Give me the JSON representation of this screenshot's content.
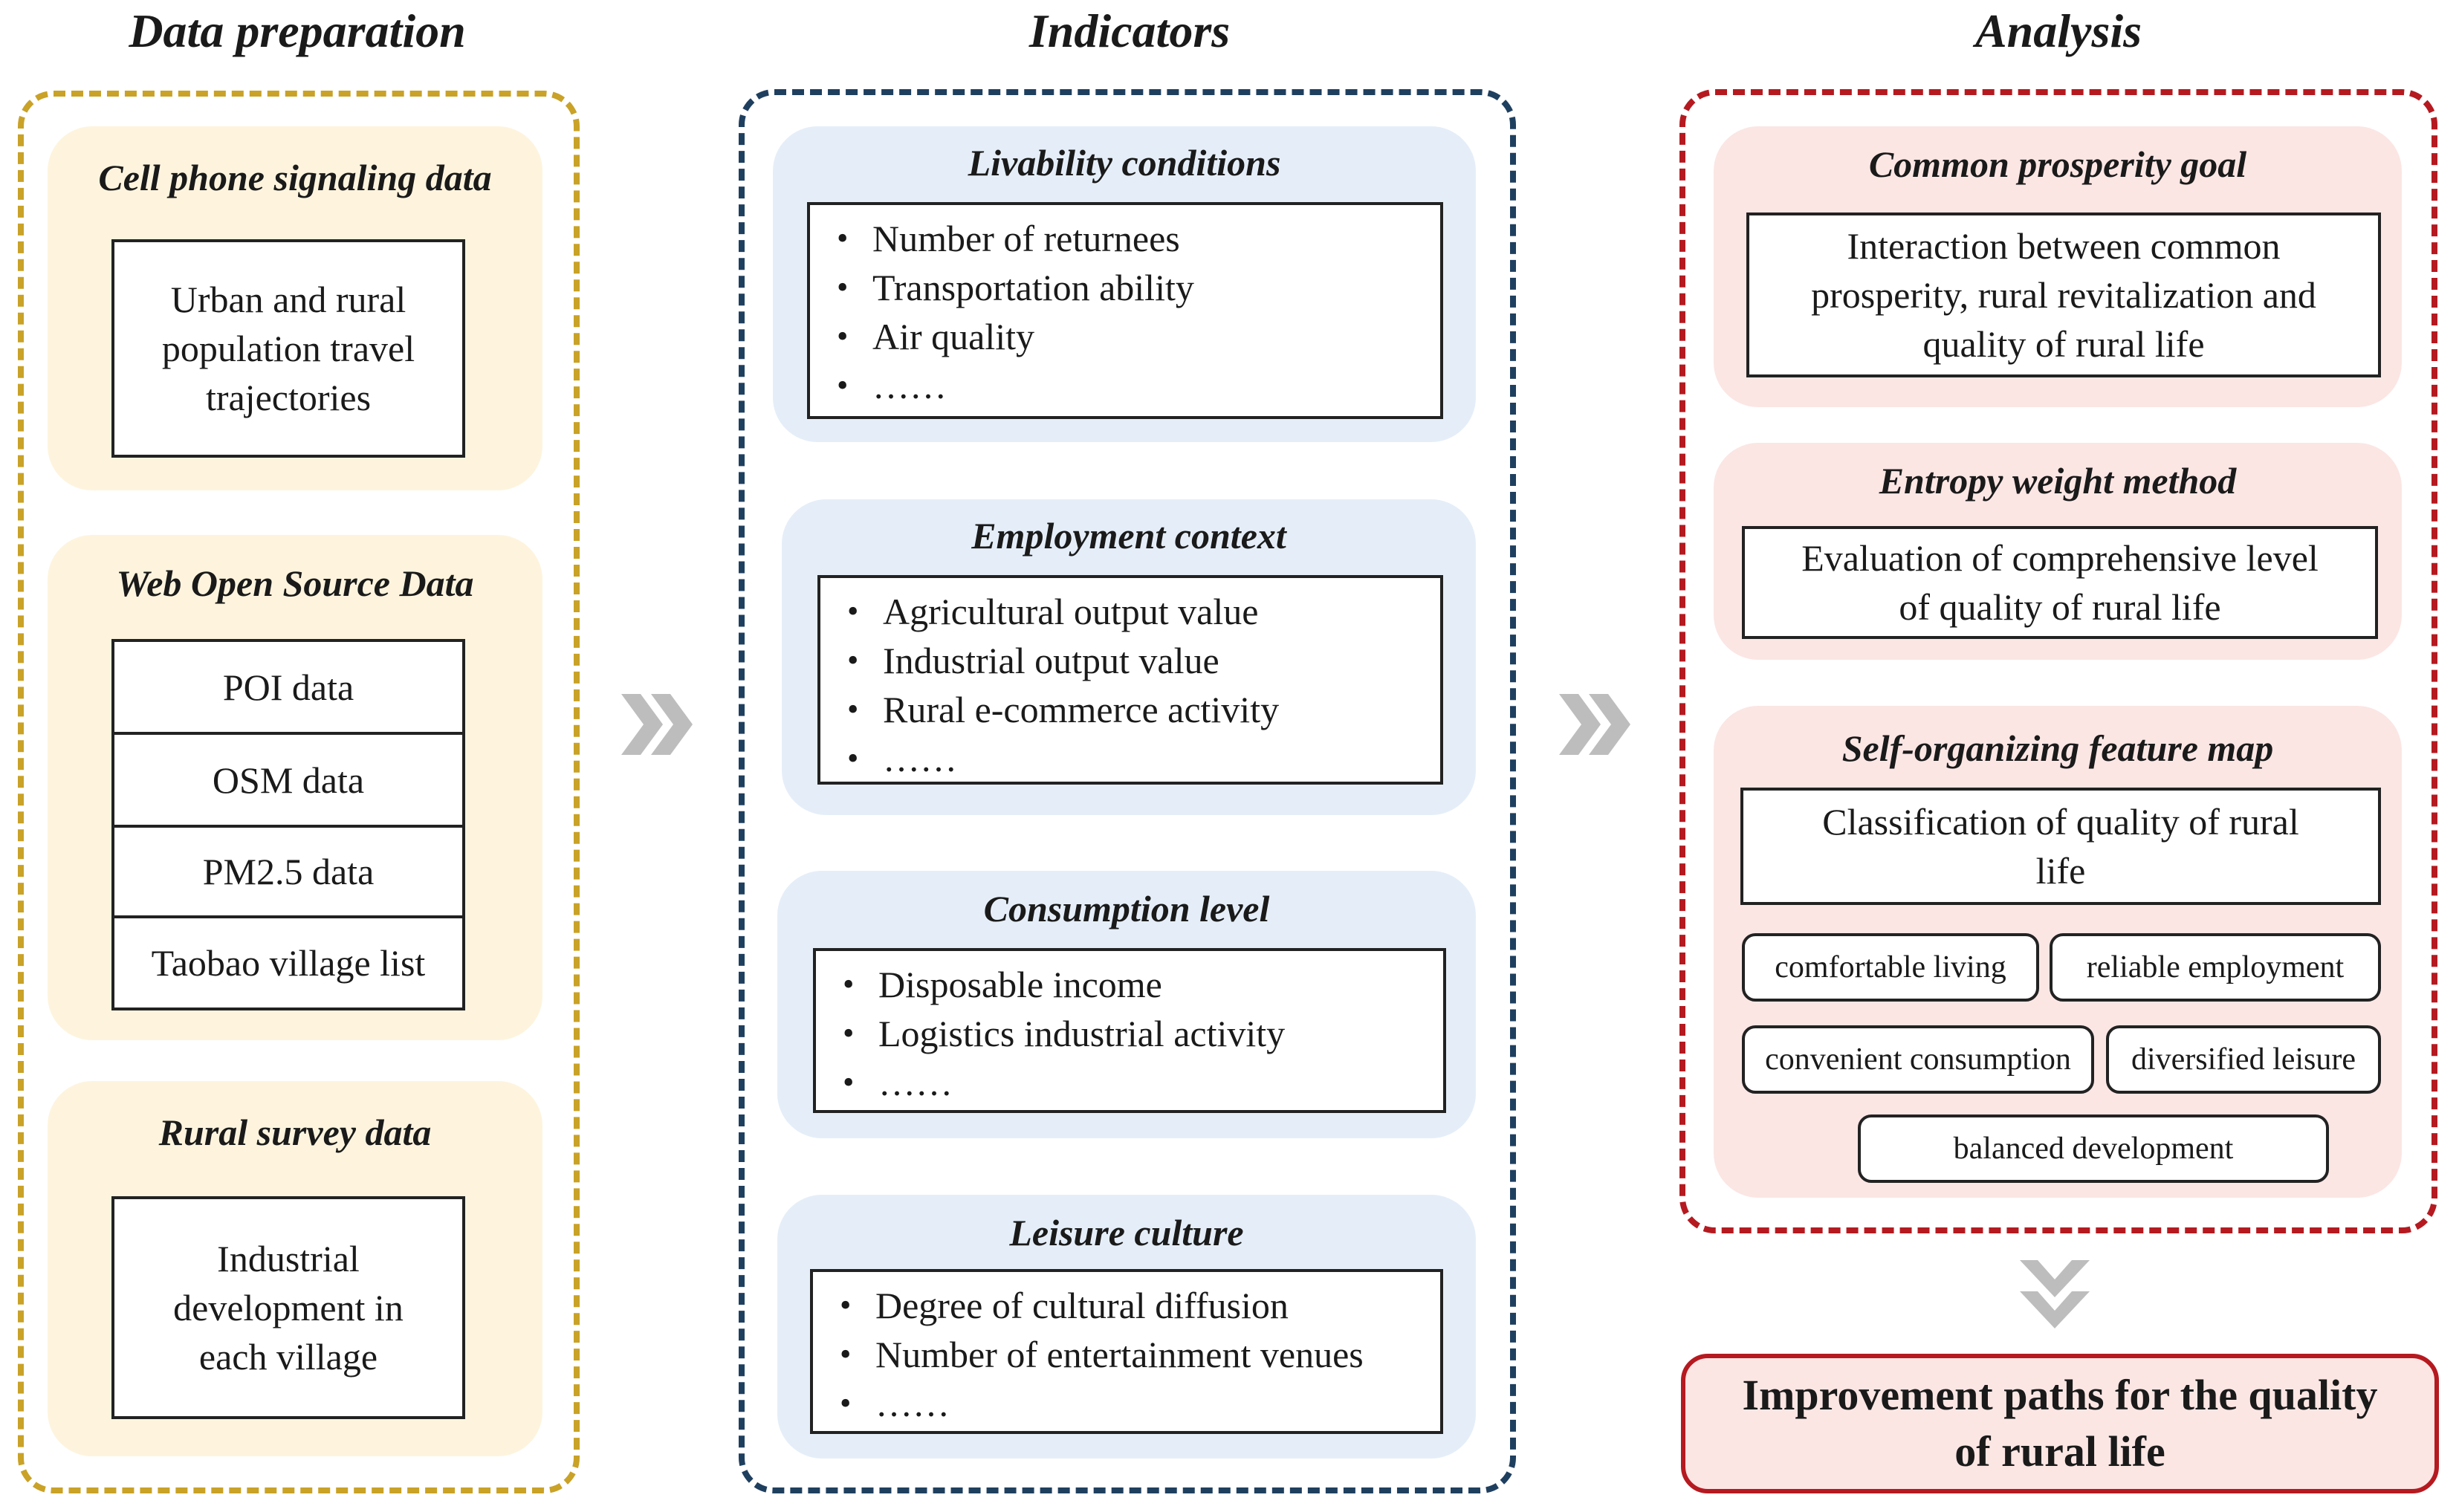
{
  "colors": {
    "data_prep_border": "#c9a227",
    "indicators_border": "#1f3f5f",
    "analysis_border": "#b51a20",
    "data_prep_fill": "#fef4de",
    "indicators_fill": "#e5eef8",
    "analysis_fill": "#fbe6e4",
    "arrow_gray": "#bdbdbd"
  },
  "columns": {
    "data_preparation": {
      "heading": "Data preparation",
      "groups": {
        "cell_phone": {
          "title": "Cell phone signaling data",
          "box": "Urban and rural population travel trajectories"
        },
        "web_open_source": {
          "title": "Web Open Source Data",
          "items": [
            "POI data",
            "OSM data",
            "PM2.5 data",
            "Taobao village list"
          ]
        },
        "rural_survey": {
          "title": "Rural survey data",
          "box": "Industrial development in each village"
        }
      }
    },
    "indicators": {
      "heading": "Indicators",
      "groups": {
        "livability": {
          "title": "Livability conditions",
          "items": [
            "Number of returnees",
            "Transportation ability",
            "Air quality",
            "……"
          ]
        },
        "employment": {
          "title": "Employment context",
          "items": [
            "Agricultural output value",
            "Industrial output value",
            "Rural e-commerce activity",
            "……"
          ]
        },
        "consumption": {
          "title": "Consumption level",
          "items": [
            "Disposable income",
            "Logistics industrial activity",
            "……"
          ]
        },
        "leisure": {
          "title": "Leisure culture",
          "items": [
            "Degree of cultural diffusion",
            "Number of entertainment venues",
            "……"
          ]
        }
      }
    },
    "analysis": {
      "heading": "Analysis",
      "groups": {
        "common_prosperity": {
          "title": "Common prosperity goal",
          "box": "Interaction between common prosperity, rural revitalization and quality of rural life"
        },
        "entropy": {
          "title": "Entropy weight method",
          "box": "Evaluation of comprehensive level of quality of rural life"
        },
        "som": {
          "title": "Self-organizing feature map",
          "box": "Classification of quality of rural life",
          "classes": [
            "comfortable living",
            "reliable employment",
            "convenient consumption",
            "diversified leisure",
            "balanced development"
          ]
        }
      }
    }
  },
  "final_box": "Improvement paths for the quality of rural life",
  "icons": [
    "double-chevron-right-icon",
    "double-chevron-right-icon",
    "double-chevron-down-icon"
  ]
}
